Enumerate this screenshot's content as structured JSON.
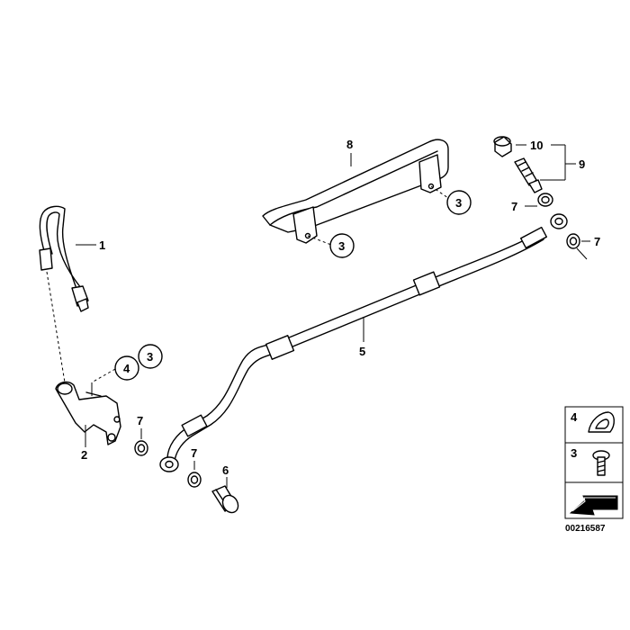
{
  "callouts": {
    "p1": "1",
    "p2": "2",
    "p3a": "3",
    "p3b": "3",
    "p3c": "3",
    "p4": "4",
    "p5": "5",
    "p6": "6",
    "p7a": "7",
    "p7b": "7",
    "p7c": "7",
    "p7d": "7",
    "p8": "8",
    "p9": "9",
    "p10": "10"
  },
  "legend": {
    "item_4": "4",
    "item_3": "3"
  },
  "diagram_id": "00216587"
}
